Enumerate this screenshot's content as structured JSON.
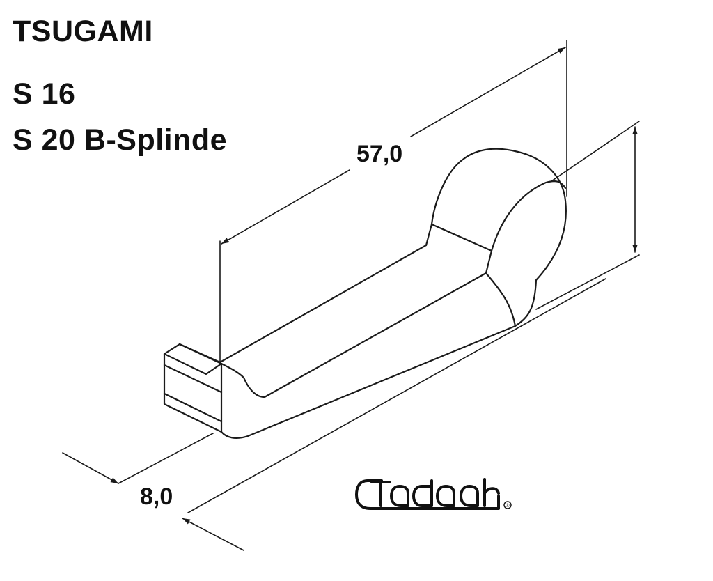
{
  "header": {
    "brand": "TSUGAMI",
    "model_line_1": "S 16",
    "model_line_2": "S 20 B-Splinde"
  },
  "dimensions": {
    "length_label": "57,0",
    "width_label": "8,0"
  },
  "logo": {
    "text": "Tadaah",
    "registered_mark": "®"
  },
  "colors": {
    "line": "#1a1a1a",
    "background": "#ffffff"
  }
}
